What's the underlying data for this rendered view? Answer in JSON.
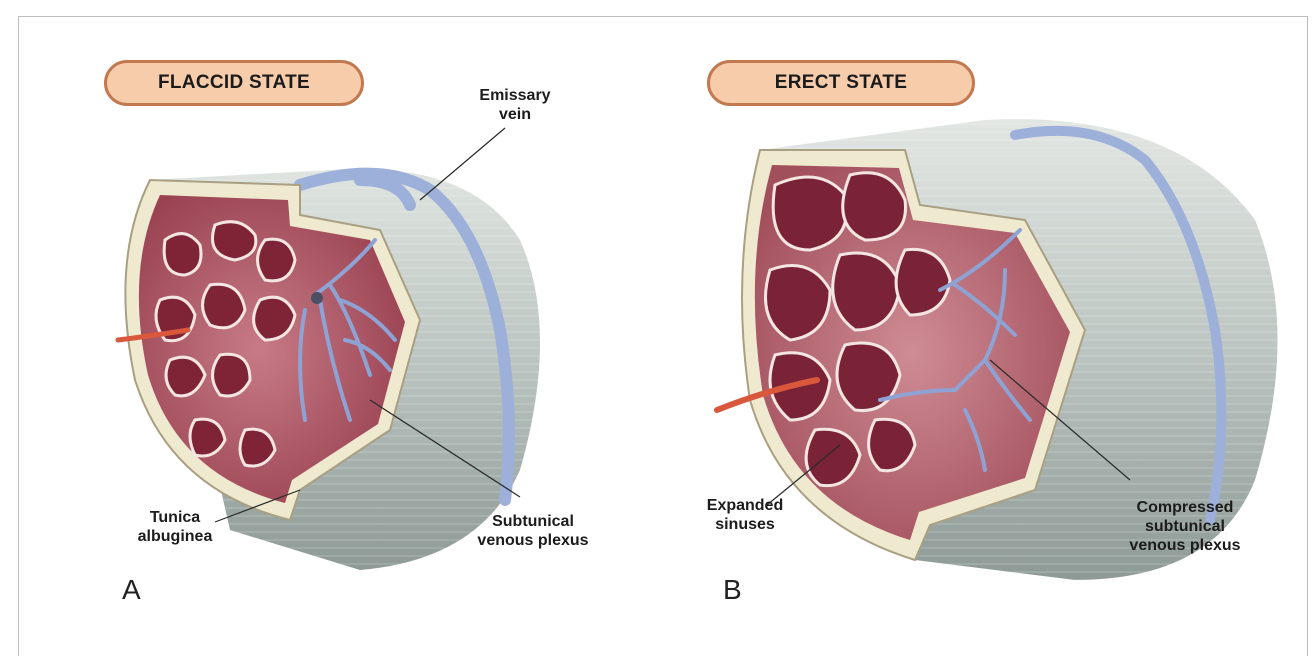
{
  "figure": {
    "panel_a": {
      "title": "FLACCID STATE",
      "letter": "A",
      "labels": {
        "emissary_vein": [
          "Emissary",
          "vein"
        ],
        "tunica_albuginea": [
          "Tunica",
          "albuginea"
        ],
        "subtunical_plexus": [
          "Subtunical",
          "venous plexus"
        ]
      }
    },
    "panel_b": {
      "title": "ERECT STATE",
      "letter": "B",
      "labels": {
        "expanded_sinuses": [
          "Expanded",
          "sinuses"
        ],
        "compressed_plexus": [
          "Compressed",
          "subtunical",
          "venous plexus"
        ]
      }
    }
  },
  "colors": {
    "pill_fill": "#f6ccaa",
    "pill_border": "#c2794f",
    "tissue": "#b05a68",
    "sinus": "#8a2b3e",
    "vein": "#8fa6d4",
    "tunica": "#efe9cf",
    "sheath": "#c9d1cd"
  }
}
